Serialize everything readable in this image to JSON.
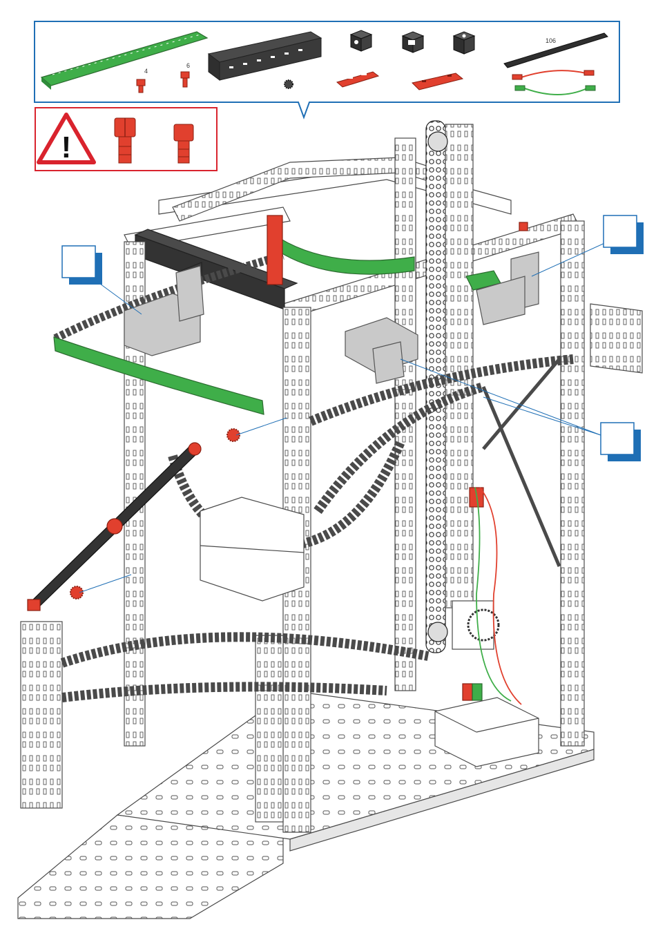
{
  "parts_panel": {
    "border_color": "#1f6fb5",
    "quantity_labels": [
      "4",
      "6"
    ],
    "length_label": "106"
  },
  "warning_panel": {
    "border_color": "#d9232d",
    "icon": "warning-triangle-icon",
    "glyph": "!"
  },
  "callouts": [
    {
      "id": "callout-left-top",
      "label": ""
    },
    {
      "id": "callout-right-top",
      "label": ""
    },
    {
      "id": "callout-right-middle",
      "label": ""
    }
  ],
  "colors": {
    "accent_blue": "#1f6fb5",
    "green_part": "#3fae49",
    "red_part": "#e1402e",
    "dark_part": "#3a3a3a",
    "grey_part": "#c9c9c9",
    "outline": "#4a4a4a"
  }
}
